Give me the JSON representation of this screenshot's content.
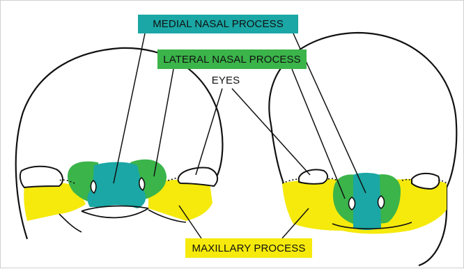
{
  "labels": {
    "medial_nasal": "MEDIAL NASAL PROCESS",
    "lateral_nasal": "LATERAL NASAL PROCESS",
    "eyes": "EYES",
    "maxillary": "MAXILLARY PROCESS"
  },
  "colors": {
    "medial_nasal": "#1aa7a5",
    "lateral_nasal": "#3bb44a",
    "maxillary": "#f5ea0c",
    "outline": "#111111"
  }
}
